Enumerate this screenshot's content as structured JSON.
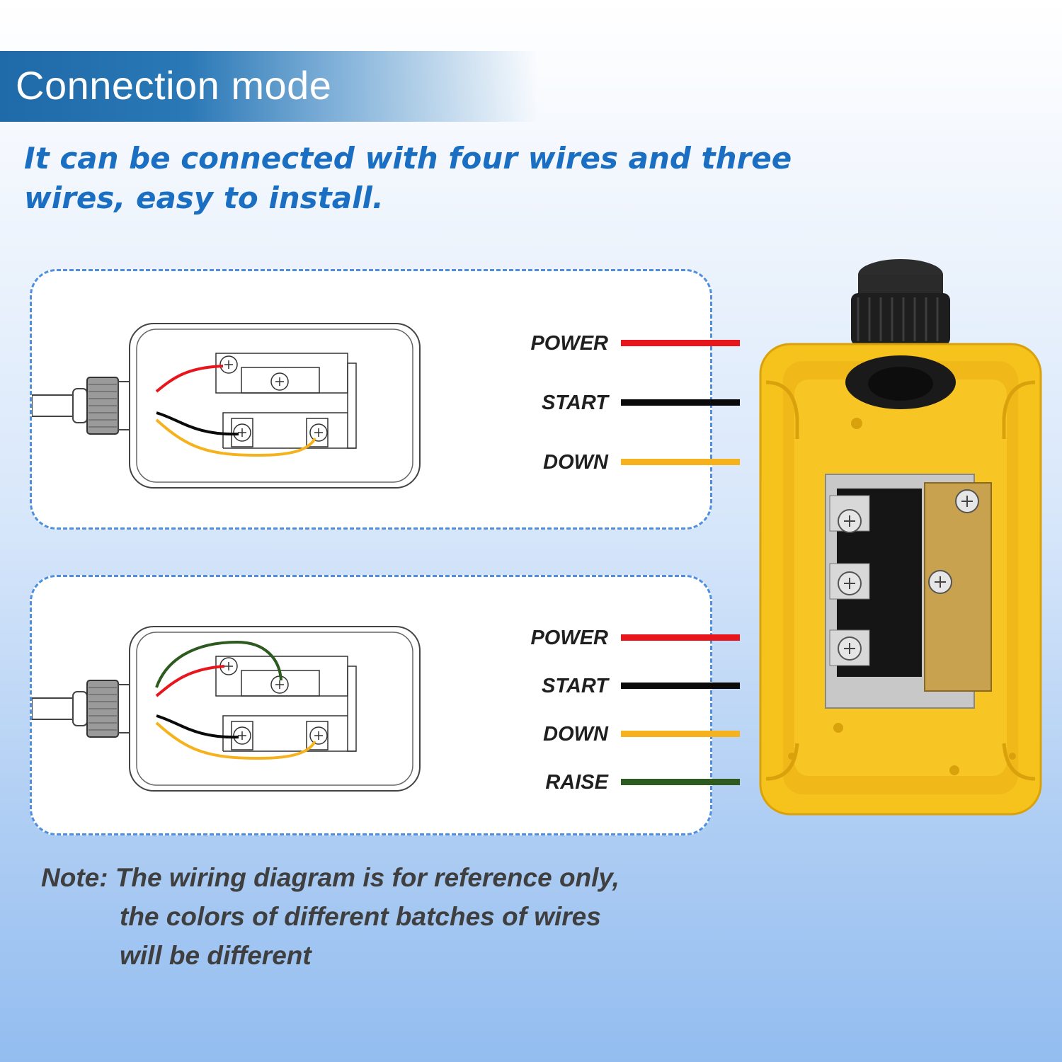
{
  "header": {
    "title": "Connection mode"
  },
  "subtitle": "It can be connected with four wires and three wires, easy to install.",
  "colors": {
    "power": "#e8151c",
    "start": "#0a0a0a",
    "down": "#f5b21c",
    "raise": "#2d5a1e",
    "panel_border": "#4f8fe0",
    "title_bar": "#1f6aa8",
    "subtitle_text": "#1a6fc2",
    "housing": "#f6c21c"
  },
  "diagram_three_wire": {
    "legend": [
      {
        "label": "POWER",
        "color": "#e8151c"
      },
      {
        "label": "START",
        "color": "#0a0a0a"
      },
      {
        "label": "DOWN",
        "color": "#f5b21c"
      }
    ]
  },
  "diagram_four_wire": {
    "legend": [
      {
        "label": "POWER",
        "color": "#e8151c"
      },
      {
        "label": "START",
        "color": "#0a0a0a"
      },
      {
        "label": "DOWN",
        "color": "#f5b21c"
      },
      {
        "label": "RAISE",
        "color": "#2d5a1e"
      }
    ]
  },
  "note": {
    "line1": "Note: The wiring diagram is for reference only,",
    "line2": "the colors of different batches of wires",
    "line3": "will be different"
  },
  "icons": {
    "switch_box": "switch-box-icon",
    "cable_gland": "cable-gland-icon",
    "terminal_screw": "terminal-screw-icon",
    "pendant_switch_photo": "pendant-switch-icon"
  }
}
